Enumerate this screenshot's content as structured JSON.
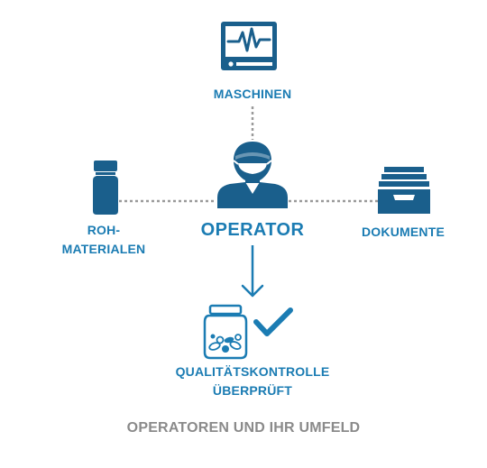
{
  "nodes": {
    "machines": {
      "label": "MASCHINEN",
      "icon": "monitor-icon"
    },
    "raw_materials": {
      "label_line1": "ROH-",
      "label_line2": "MATERIALEN",
      "icon": "bottle-icon"
    },
    "operator": {
      "label": "OPERATOR",
      "icon": "operator-icon"
    },
    "documents": {
      "label": "DOKUMENTE",
      "icon": "file-tray-icon"
    },
    "quality": {
      "label_line1": "QUALITÄTSKONTROLLE",
      "label_line2": "ÜBERPRÜFT",
      "icon": "pill-jar-icon"
    }
  },
  "check_icon": "checkmark-icon",
  "caption": "OPERATOREN UND IHR UMFELD",
  "colors": {
    "primary": "#1b7cb3",
    "icon_dark": "#1a5f8c",
    "caption": "#8a8a8a",
    "connector": "#9a9a9a"
  }
}
